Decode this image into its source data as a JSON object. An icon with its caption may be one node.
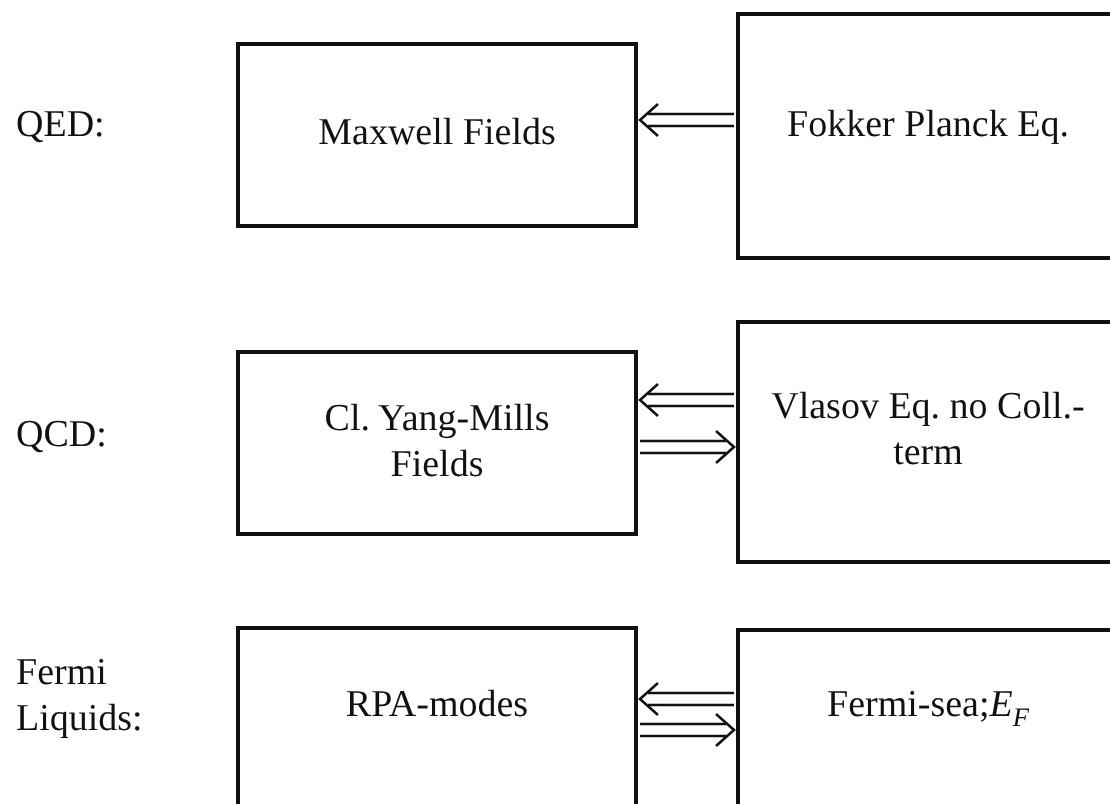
{
  "diagram": {
    "nodes": [
      {
        "text": [
          "Maxwell Fields"
        ]
      },
      {
        "text": [
          "Fokker Planck Eq."
        ]
      },
      {
        "text": [
          "Cl. Yang-Mills Fields"
        ]
      },
      {
        "text": [
          "Vlasov Eq. no Coll.-term"
        ]
      },
      {
        "text": [
          "RPA-modes"
        ]
      },
      {
        "text": [
          "Fermi-sea;*E*$_{F}$"
        ]
      }
    ],
    "edges": [
      {
        "from": 1,
        "to": 0,
        "arrow": "to"
      },
      {
        "from": 3,
        "to": 2,
        "arrow": "to"
      },
      {
        "from": 2,
        "to": 3,
        "arrow": "to"
      },
      {
        "from": 5,
        "to": 4,
        "arrow": "to"
      },
      {
        "from": 4,
        "to": 5,
        "arrow": "to"
      }
    ],
    "labels": [
      "QED:",
      "QCD:",
      "Fermi Liquids:"
    ]
  }
}
